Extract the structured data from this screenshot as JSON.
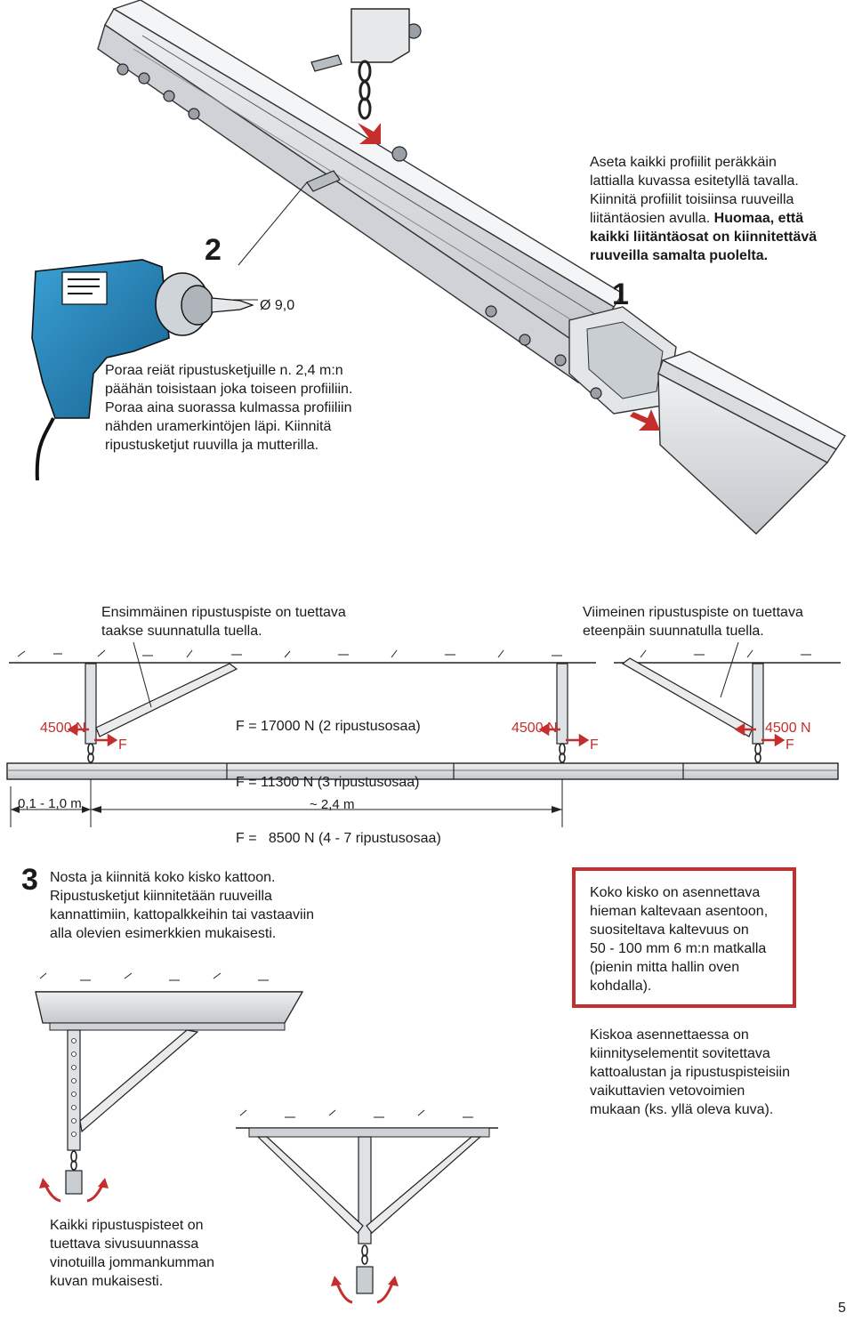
{
  "step1": {
    "number": "1",
    "lines": [
      "Aseta kaikki profiilit peräkkäin",
      "lattialla kuvassa esitetyllä tavalla.",
      "Kiinnitä profiilit toisiinsa ruuveilla",
      "liitäntäosien avulla."
    ],
    "bold_lines": [
      "Huomaa, että",
      "kaikki liitäntäosat on kiinnitettävä",
      "ruuveilla samalta puolelta."
    ]
  },
  "step2": {
    "number": "2",
    "drill_label": "Ø 9,0",
    "lines": [
      "Poraa reiät ripustusketjuille n. 2,4 m:n",
      "päähän toisistaan joka toiseen profiiliin.",
      "Poraa aina suorassa kulmassa profiiliin",
      "nähden uramerkintöjen läpi. Kiinnitä",
      "ripustusketjut ruuvilla ja mutterilla."
    ]
  },
  "forces": {
    "first_point": [
      "Ensimmäinen ripustuspiste on tuettava",
      "taakse suunnatulla tuella."
    ],
    "last_point": [
      "Viimeinen ripustuspiste on tuettava",
      "eteenpäin suunnatulla tuella."
    ],
    "f_values": [
      "F = 17000 N (2 ripustusosaa)",
      "F = 11300 N (3 ripustusosaa)",
      "F =   8500 N (4 - 7 ripustusosaa)"
    ],
    "load_label": "4500 N",
    "f_symbol": "F",
    "dim_start": "0,1 - 1,0 m",
    "dim_span": "~ 2,4 m"
  },
  "step3": {
    "number": "3",
    "lines": [
      "Nosta ja kiinnitä koko kisko kattoon.",
      "Ripustusketjut kiinnitetään ruuveilla",
      "kannattimiin, kattopalkkeihin tai vastaaviin",
      "alla olevien esimerkkien mukaisesti."
    ]
  },
  "note_box": {
    "lines": [
      "Koko kisko on asennettava",
      "hieman kaltevaan asentoon,",
      "suositeltava kaltevuus on",
      "50 - 100 mm 6 m:n matkalla",
      "(pienin mitta hallin oven",
      "kohdalla)."
    ]
  },
  "fitting_note": {
    "lines": [
      "Kiskoa asennettaessa on",
      "kiinnityselementit sovitettava",
      "kattoalustan ja ripustuspisteisiin",
      "vaikuttavien vetovoimien",
      "mukaan (ks. yllä oleva kuva)."
    ]
  },
  "bottom_note": {
    "lines": [
      "Kaikki ripustuspisteet on",
      "tuettava sivusuunnassa",
      "vinotuilla jommankumman",
      "kuvan mukaisesti."
    ]
  },
  "page_number": "5",
  "colors": {
    "drill_blue": "#1a7fb5",
    "accent_red": "#c62d2d",
    "rail_grey": "#d6d9dc"
  }
}
